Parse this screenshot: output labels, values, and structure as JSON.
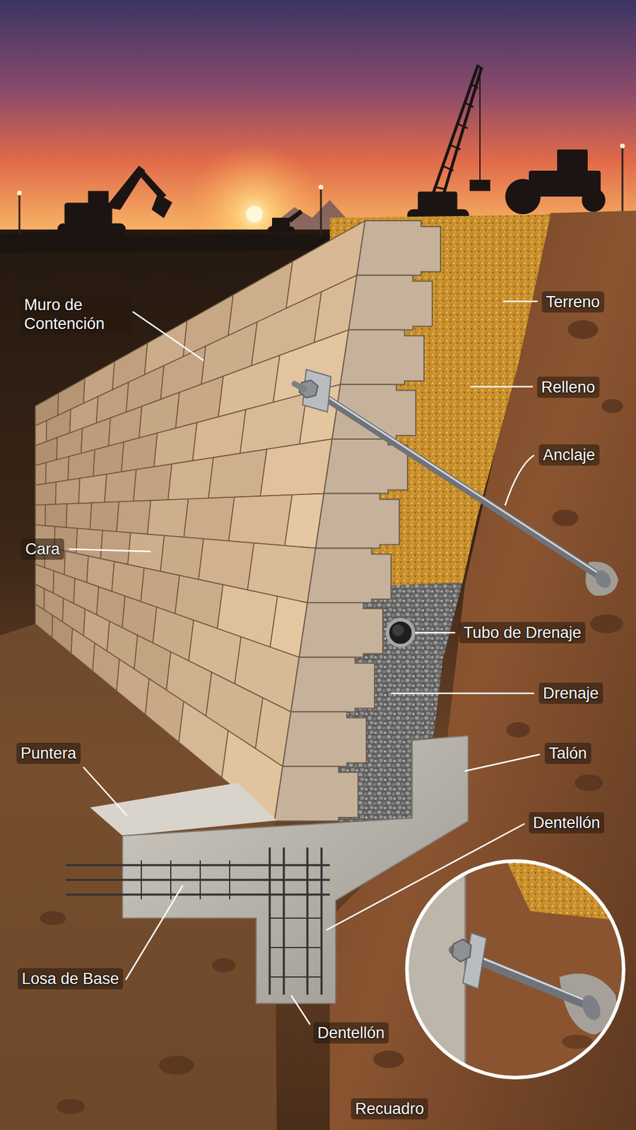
{
  "diagram": {
    "labels": [
      "Muro de Contención",
      "Terreno",
      "Relleno",
      "Anclaje",
      "Cara",
      "Tubo de Drenaje",
      "Drenaje",
      "Puntera",
      "Talón",
      "Dentellón",
      "Losa de Base",
      "Dentellón",
      "Recuadro"
    ]
  }
}
